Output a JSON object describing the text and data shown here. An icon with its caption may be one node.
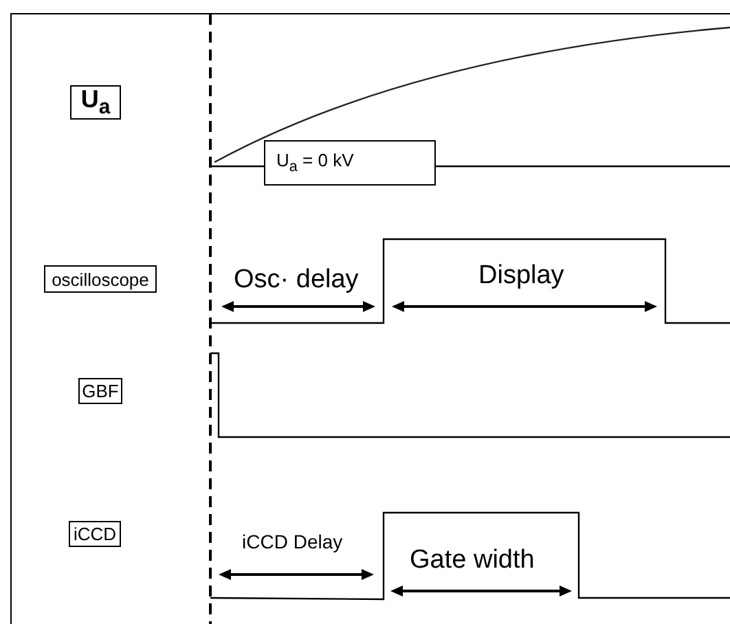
{
  "diagram": {
    "nodes": [
      {
        "text": [
          "U$_{a}$"
        ]
      },
      {
        "text": [
          "U$_{a}$ = 0 kV"
        ]
      },
      {
        "text": [
          "oscilloscope"
        ]
      },
      {
        "text": [
          "GBF"
        ]
      },
      {
        "text": [
          "iCCD"
        ]
      }
    ],
    "labels": [
      "Osc· delay",
      "Display",
      "iCCD Delay",
      "Gate width"
    ]
  }
}
